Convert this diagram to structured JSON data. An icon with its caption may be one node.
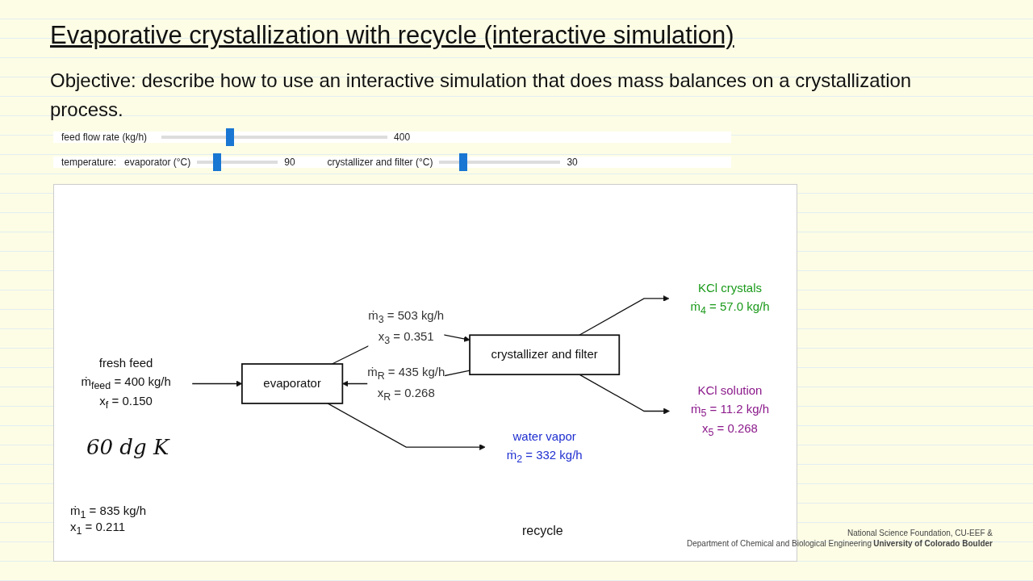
{
  "diagram": {
    "title": "Evaporative crystallization with recycle (interactive simulation)",
    "nodes": [
      {
        "text": [
          "fresh feed",
          "ṁ$_{feed}$ = 400 kg/h",
          "x$_{f}$ = 0.150"
        ]
      },
      {
        "text": [
          "evaporator"
        ]
      },
      {
        "text": [
          "crystallizer and filter"
        ]
      },
      {
        "text": [
          "water vapor",
          "ṁ$_{2}$ = 332 kg/h"
        ]
      },
      {
        "text": [
          "KCl crystals",
          "ṁ$_{4}$ = 57.0 kg/h"
        ]
      },
      {
        "text": [
          "KCl solution",
          "ṁ$_{5}$ = 11.2 kg/h",
          "x$_{5}$ = 0.268"
        ]
      }
    ],
    "edges": [
      {
        "from": 0,
        "to": 1,
        "arrow": "to"
      },
      {
        "from": 1,
        "to": 3,
        "arrow": "to"
      },
      {
        "from": 1,
        "to": 2,
        "arrow": "to",
        "label": "ṁ$_{3}$ = 503 kg/h x$_{3}$ = 0.351"
      },
      {
        "from": 2,
        "to": 4,
        "arrow": "to"
      },
      {
        "from": 2,
        "to": 5,
        "arrow": "to"
      },
      {
        "from": 2,
        "to": 1,
        "arrow": "to",
        "label": "ṁ$_{R}$ = 435 kg/h x$_{R}$ = 0.268"
      }
    ],
    "labels": [
      "Objective: describe how to use an interactive simulation that does mass balances on a crystallization process.",
      "feed flow rate (kg/h)",
      "400",
      "temperature:",
      "evaporator (°C)",
      "90",
      "crystallizer and filter (°C)",
      "30",
      "ṁ$_{1}$ = 835 kg/h",
      "x$_{1}$ = 0.211",
      "recycle",
      "60 dg K",
      "National Science Foundation, CU-EEF &",
      "Department of Chemical and Biological Engineering",
      "University of Colorado Boulder"
    ]
  }
}
